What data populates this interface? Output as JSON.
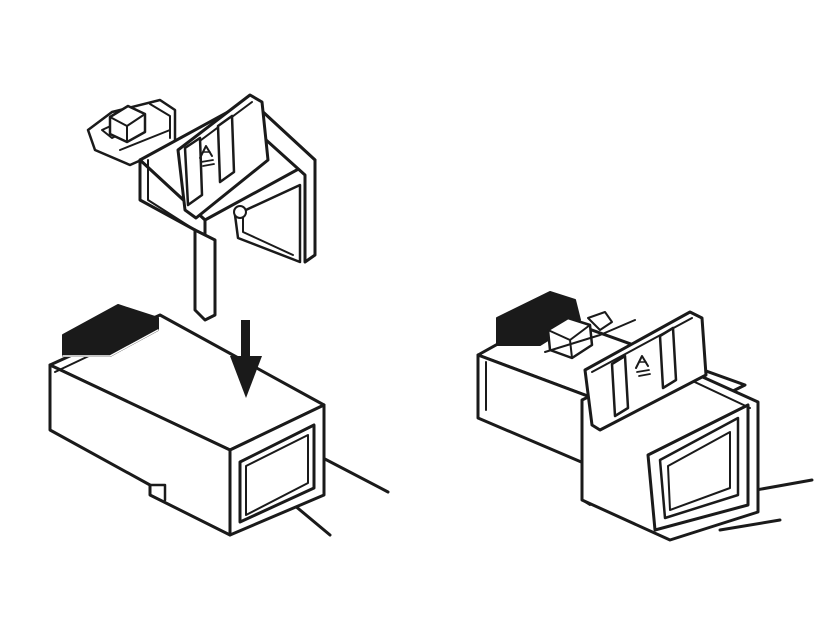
{
  "colors": {
    "background": "#ffffff",
    "line": "#1a1a1a",
    "fill": "#ffffff",
    "dark": "#1a1a1a"
  },
  "figure": {
    "left_assembly": [
      "latch-clip",
      "connector-housing",
      "cable",
      "insertion-arrow"
    ],
    "right_assembly": [
      "assembled-connector",
      "cable"
    ],
    "icons": [
      "arrow-down-icon",
      "recycle-symbol-icon"
    ]
  }
}
